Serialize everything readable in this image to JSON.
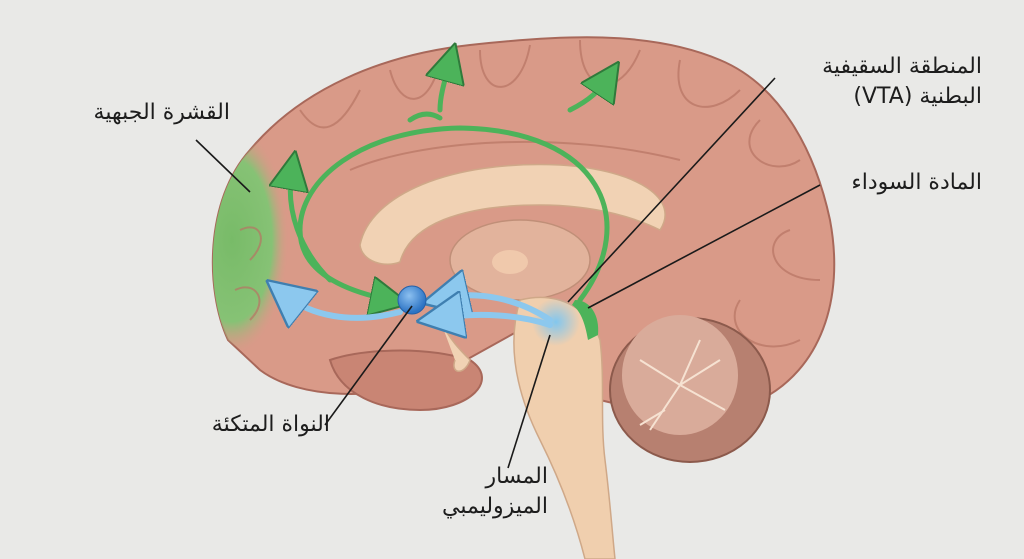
{
  "diagram": {
    "type": "anatomical-illustration",
    "subject": "Mesolimbic dopamine pathway (sagittal brain section)",
    "background_color": "#e9e9e7",
    "colors": {
      "cortex": "#d99a88",
      "frontal_cortex_highlight": "#7fbf6e",
      "corpus_callosum": "#f1d2b4",
      "brainstem": "#f0cfae",
      "cerebellum": "#b78070",
      "green_pathway": "#4cb35a",
      "blue_pathway": "#8cc8ee",
      "nucleus_accumbens": "#3b86d6",
      "leader_line": "#1a1a1a"
    },
    "labels": {
      "frontal_cortex": "القشرة الجبهية",
      "vta_line1": "المنطقة السقيفية",
      "vta_line2": "البطنية (VTA)",
      "substantia_nigra": "المادة السوداء",
      "nucleus_accumbens": "النواة المتكئة",
      "mesolimbic_line1": "المسار",
      "mesolimbic_line2": "الميزوليمبي"
    }
  }
}
